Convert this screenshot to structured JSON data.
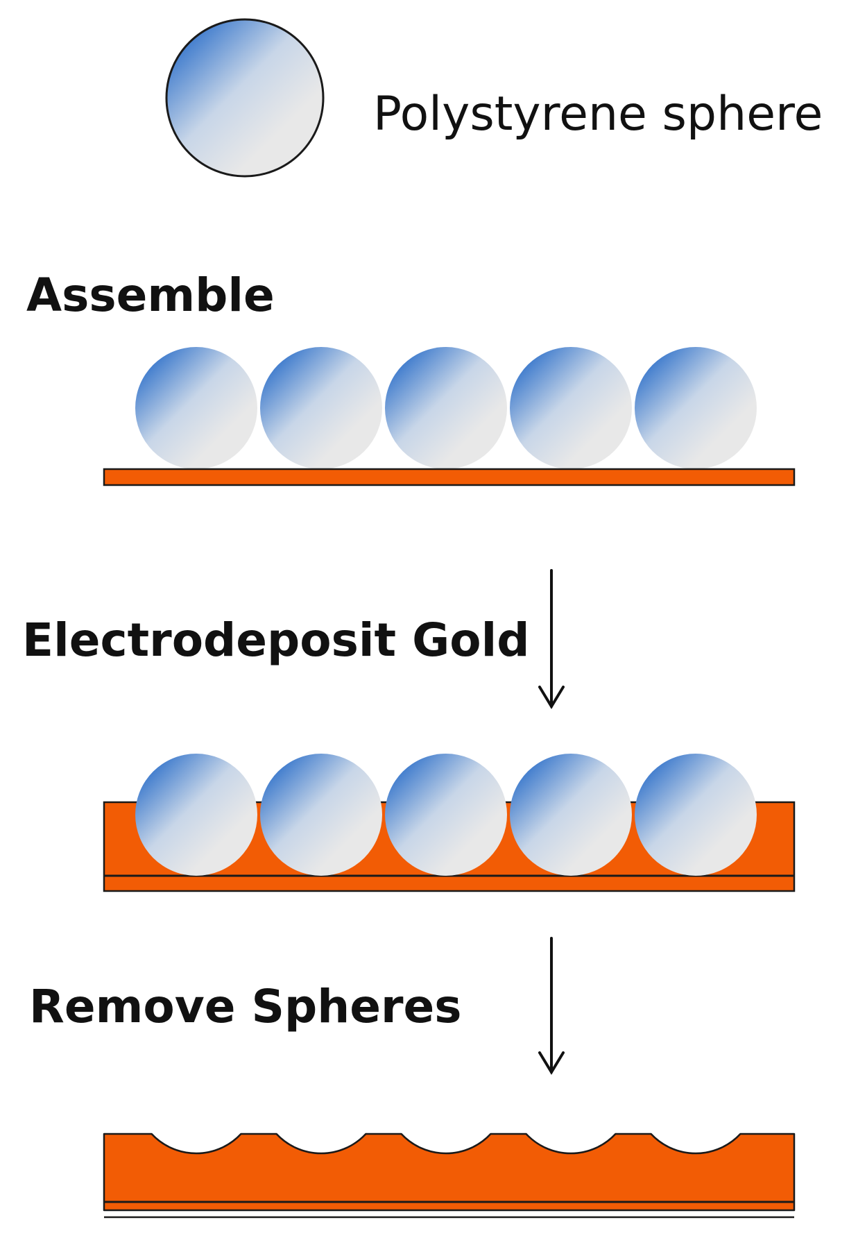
{
  "legend": {
    "label": "Polystyrene sphere"
  },
  "steps": [
    {
      "label": "Assemble"
    },
    {
      "label": "Electrodeposit Gold"
    },
    {
      "label": "Remove Spheres"
    }
  ],
  "sphere_count": 5,
  "colors": {
    "gold_layer": "#F25C05",
    "outline": "#1a1a1a",
    "sphere_light": "#e8e8e8",
    "sphere_blue": "#3a78cc",
    "background": "#ffffff",
    "text": "#111111"
  }
}
